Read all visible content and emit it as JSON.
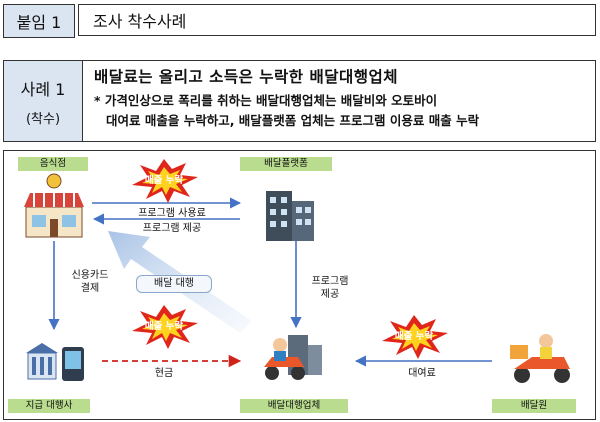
{
  "header": {
    "tag": "붙임 1",
    "title": "조사 착수사례"
  },
  "case": {
    "label": "사례 1",
    "status": "(착수)",
    "title": "배달료는 올리고 소득은 누락한 배달대행업체",
    "desc_line1": "* 가격인상으로 폭리를 취하는 배달대행업체는 배달비와 오토바이",
    "desc_line2": "대여료 매출을 누락하고, 배달플랫폼 업체는 프로그램 이용료 매출 누락"
  },
  "diagram": {
    "nodes": {
      "restaurant": "음식점",
      "platform": "배달플랫폼",
      "pg": "지급 대행사",
      "agency": "배달대행업체",
      "rider": "배달원"
    },
    "flows": {
      "fee": "프로그램 사용료",
      "provide": "프로그램 제공",
      "card": "신용카드",
      "card2": "결제",
      "provide_down1": "프로그램",
      "provide_down2": "제공",
      "proxy": "배달 대행",
      "cash": "현금",
      "rental": "대여료"
    },
    "burst": "매출 누락",
    "colors": {
      "accent_blue": "#4472c4",
      "burst_red": "#e0261b",
      "burst_yellow": "#ffd21f",
      "label_green": "#b9dc8f"
    }
  }
}
